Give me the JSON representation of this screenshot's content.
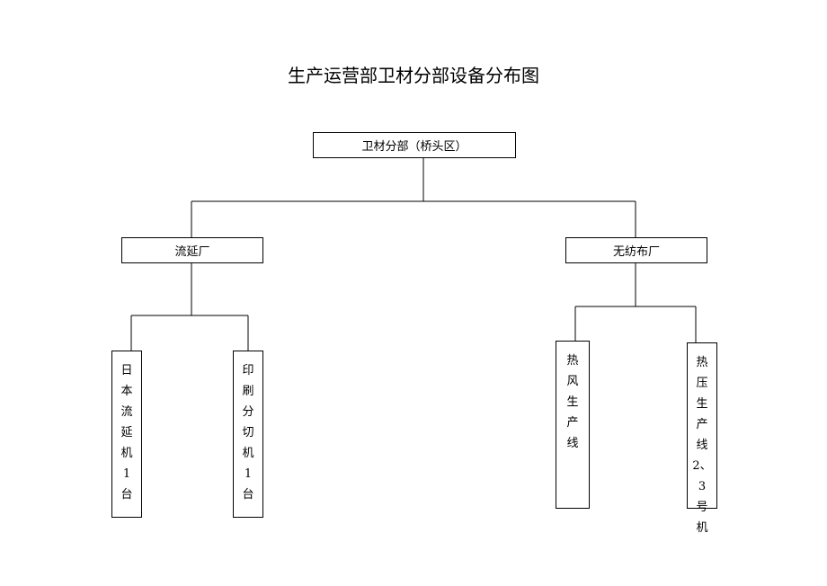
{
  "title": "生产运营部卫材分部设备分布图",
  "root": {
    "label": "卫材分部（桥头区）"
  },
  "branches": [
    {
      "label": "流延厂",
      "children": [
        {
          "chars": [
            "日",
            "本",
            "流",
            "延",
            "机",
            "1",
            "台"
          ]
        },
        {
          "chars": [
            "印",
            "刷",
            "分",
            "切",
            "机",
            "1",
            "台"
          ]
        }
      ]
    },
    {
      "label": "无纺布厂",
      "children": [
        {
          "chars": [
            "热",
            "风",
            "生",
            "产",
            "线"
          ]
        },
        {
          "chars": [
            "热",
            "压",
            "生",
            "产",
            "线",
            "2、",
            "3",
            "号",
            "机"
          ]
        }
      ]
    }
  ]
}
